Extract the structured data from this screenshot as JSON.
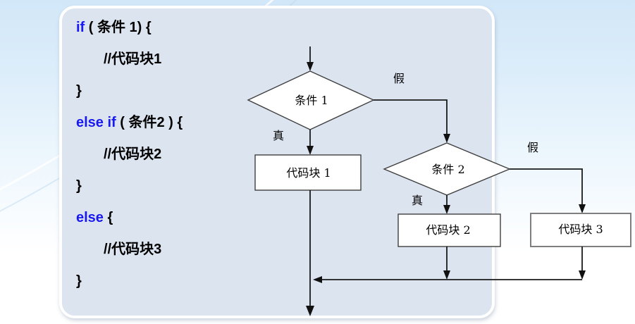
{
  "code_panel": {
    "lines": [
      {
        "keyword": "if",
        "rest": " ( 条件 1) {"
      },
      {
        "rest": "//代码块1"
      },
      {
        "rest": "}"
      },
      {
        "keyword": "else if",
        "rest": " ( 条件2 ) {"
      },
      {
        "rest": "//代码块2"
      },
      {
        "rest": "}"
      },
      {
        "keyword": "else",
        "rest": " {"
      },
      {
        "rest": "//代码块3"
      },
      {
        "rest": "}"
      }
    ]
  },
  "flowchart": {
    "nodes": {
      "cond1": "条件 1",
      "cond2": "条件 2",
      "block1": "代码块 1",
      "block2": "代码块 2",
      "block3": "代码块 3"
    },
    "labels": {
      "true1": "真",
      "false1": "假",
      "true2": "真",
      "false2": "假"
    }
  },
  "colors": {
    "keyword_blue": "#1a1af0",
    "panel_fill": "#dce4f0",
    "panel_border": "#ffffff",
    "background_top": "#d2e7f8",
    "background_bottom": "#ffffff",
    "line_color": "#1a1a1a",
    "node_fill": "#ffffff",
    "node_stroke": "#3f3f3f",
    "block3_stroke": "#7f7f7f"
  }
}
